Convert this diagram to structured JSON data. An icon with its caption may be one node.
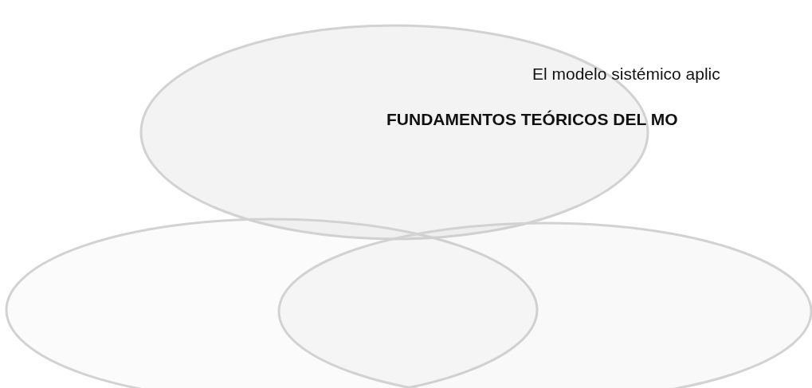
{
  "diagram": {
    "nodes": [
      {
        "text": [],
        "shape": "ellipse"
      },
      {
        "text": [],
        "shape": "ellipse"
      },
      {
        "text": [],
        "shape": "ellipse"
      }
    ],
    "labels": [
      "El modelo sistémico aplic",
      "FUNDAMENTOS TEÓRICOS DEL MO"
    ]
  }
}
